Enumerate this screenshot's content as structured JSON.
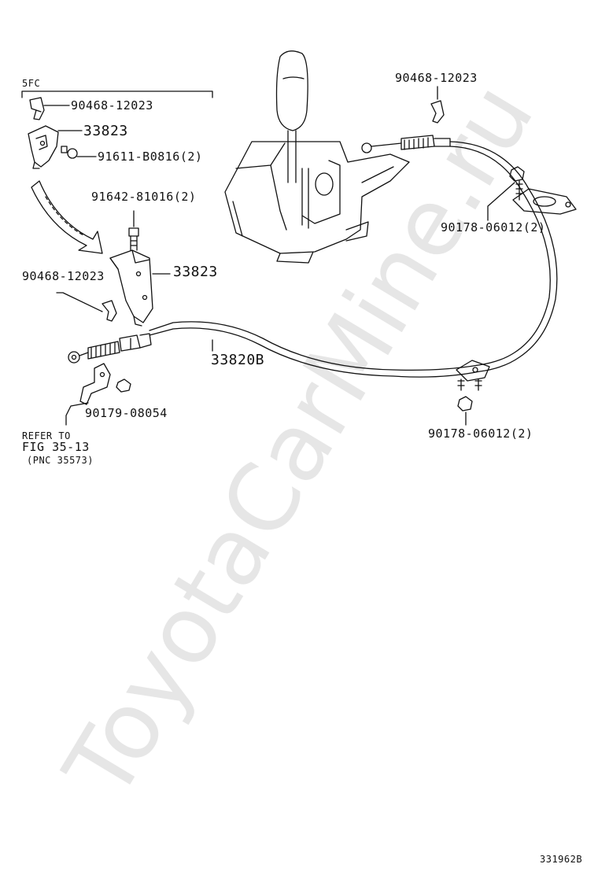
{
  "watermark": "ToyotaCarMine.ru",
  "figure_code": "331962B",
  "group_label": "5FC",
  "parts": {
    "p1": "90468-12023",
    "p2": "33823",
    "p3": "91611-B0816(2)",
    "p4": "91642-81016(2)",
    "p5": "90468-12023",
    "p6": "33823",
    "p7": "33820B",
    "p8": "90179-08054",
    "p9": "90468-12023",
    "p10": "90178-06012(2)",
    "p11": "90178-06012(2)"
  },
  "refer": {
    "line1": "REFER TO",
    "line2": "FIG 35-13",
    "line3": "(PNC 35573)"
  },
  "colors": {
    "ink": "#111111",
    "watermark": "#e6e6e6",
    "background": "#ffffff"
  }
}
